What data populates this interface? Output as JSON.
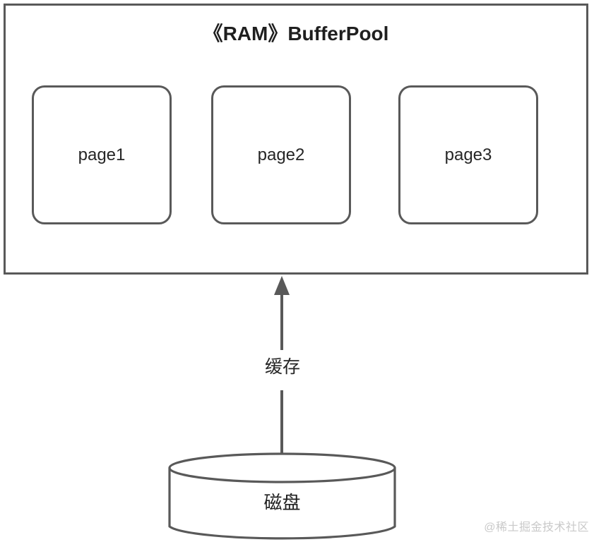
{
  "diagram": {
    "title": "《RAM》BufferPool",
    "colors": {
      "stroke": "#595959",
      "text": "#262626",
      "background": "#ffffff",
      "watermark": "#c9c9c9"
    },
    "bufferpool": {
      "label": "《RAM》BufferPool",
      "pages": [
        {
          "label": "page1"
        },
        {
          "label": "page2"
        },
        {
          "label": "page3"
        }
      ]
    },
    "connector": {
      "label": "缓存",
      "direction": "up",
      "from": "磁盘",
      "to": "《RAM》BufferPool"
    },
    "storage": {
      "label": "磁盘",
      "shape": "cylinder"
    },
    "watermark": "@稀土掘金技术社区"
  }
}
